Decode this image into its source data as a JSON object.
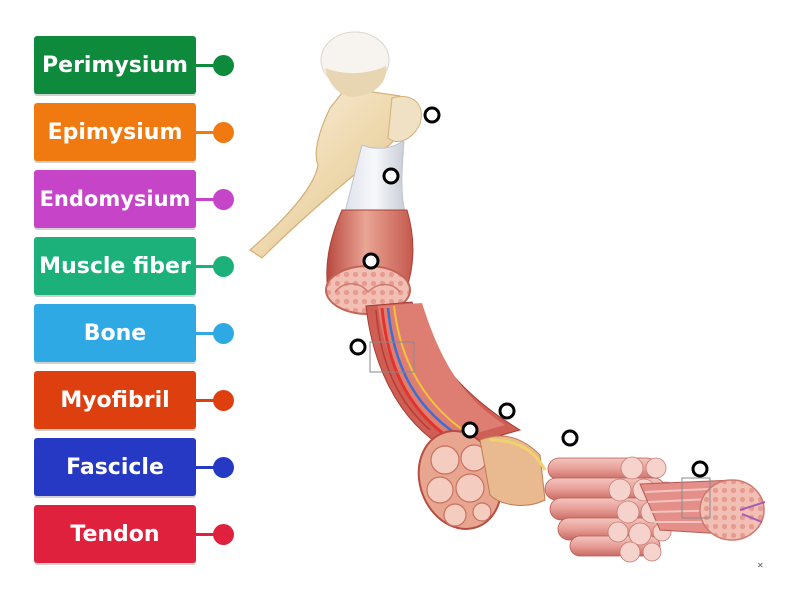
{
  "labels": [
    {
      "text": "Perimysium",
      "color": "#0e8a3c"
    },
    {
      "text": "Epimysium",
      "color": "#f07a10"
    },
    {
      "text": "Endomysium",
      "color": "#c544c8"
    },
    {
      "text": "Muscle fiber",
      "color": "#1cb07a"
    },
    {
      "text": "Bone",
      "color": "#2ea9e4"
    },
    {
      "text": "Myofibril",
      "color": "#dd400e"
    },
    {
      "text": "Fascicle",
      "color": "#2639c4"
    },
    {
      "text": "Tendon",
      "color": "#e0213e"
    }
  ],
  "targets_count": 8
}
